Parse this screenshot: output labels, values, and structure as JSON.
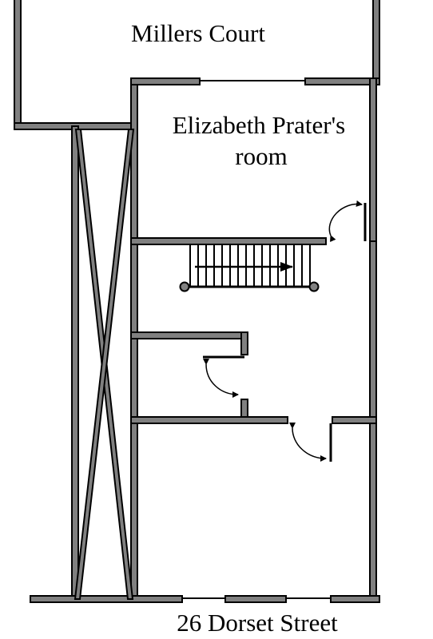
{
  "labels": {
    "top_area": "Millers Court",
    "room_line1": "Elizabeth Prater's",
    "room_line2": "room",
    "street": "26 Dorset Street"
  },
  "colors": {
    "wall_fill": "#808080",
    "wall_stroke": "#000000",
    "background": "#ffffff"
  }
}
